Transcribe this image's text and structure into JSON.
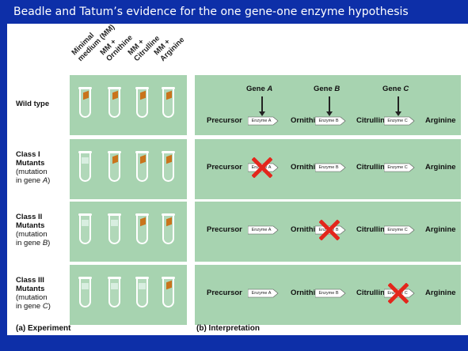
{
  "title": "Beadle and Tatum’s evidence for the one gene-one enzyme hypothesis",
  "columns": [
    "Minimal medium (MM)",
    "MM + Ornithine",
    "MM + Citrulline",
    "MM + Arginine"
  ],
  "column_lines": [
    [
      "Minimal",
      "medium (MM)"
    ],
    [
      "MM +",
      "Ornithine"
    ],
    [
      "MM +",
      "Citrulline"
    ],
    [
      "MM +",
      "Arginine"
    ]
  ],
  "rows": [
    {
      "label_bold": "Wild type",
      "label_sub": ""
    },
    {
      "label_bold": "Class I Mutants",
      "label_sub": "(mutation in gene A)"
    },
    {
      "label_bold": "Class II Mutants",
      "label_sub": "(mutation in gene B)"
    },
    {
      "label_bold": "Class III Mutants",
      "label_sub": "(mutation in gene C)"
    }
  ],
  "row_label_lines": [
    {
      "bold": [
        "Wild type"
      ],
      "sub": []
    },
    {
      "bold": [
        "Class I",
        "Mutants"
      ],
      "sub": [
        "(mutation",
        "in gene A)"
      ]
    },
    {
      "bold": [
        "Class II",
        "Mutants"
      ],
      "sub": [
        "(mutation",
        "in gene B)"
      ]
    },
    {
      "bold": [
        "Class III",
        "Mutants"
      ],
      "sub": [
        "(mutation",
        "in gene C)"
      ]
    }
  ],
  "growth": [
    [
      true,
      true,
      true,
      true
    ],
    [
      false,
      true,
      true,
      true
    ],
    [
      false,
      false,
      true,
      true
    ],
    [
      false,
      false,
      false,
      true
    ]
  ],
  "pathway": {
    "compounds": [
      "Precursor",
      "Ornithine",
      "Citrulline",
      "Arginine"
    ],
    "enzymes": [
      "Enzyme A",
      "Enzyme B",
      "Enzyme C"
    ],
    "genes": [
      "Gene A",
      "Gene B",
      "Gene C"
    ]
  },
  "blocked_enzyme": [
    null,
    0,
    1,
    2
  ],
  "section_labels": {
    "experiment": "(a) Experiment",
    "interpretation": "(b) Interpretation"
  },
  "colors": {
    "frame": "#0d2fa8",
    "panel": "#a7d3b0",
    "growth": "#c9741c",
    "block_x": "#e3261c",
    "tube": "#ffffff"
  }
}
